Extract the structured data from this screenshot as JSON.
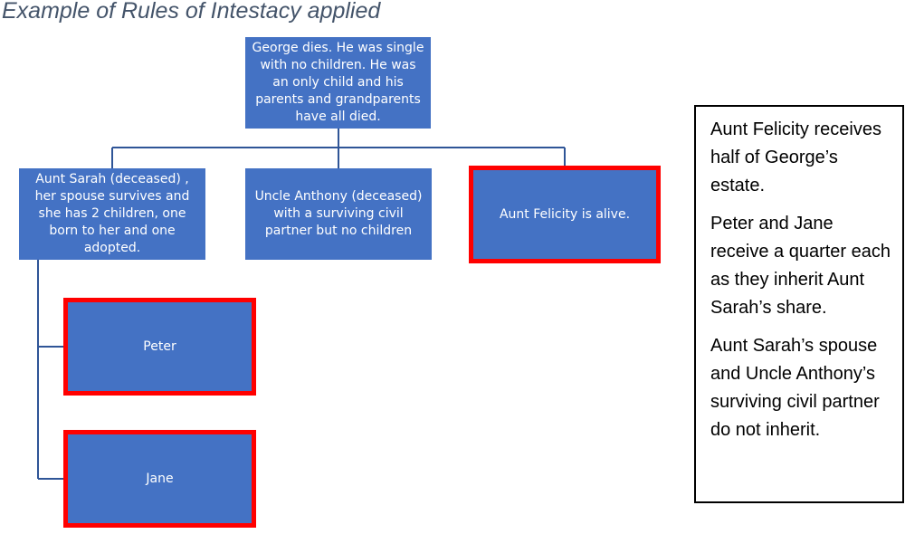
{
  "title": "Example of Rules of Intestacy applied",
  "nodes": {
    "root": "George dies. He was single with no children. He was an only child and his parents and grandparents have all died.",
    "sarah": "Aunt Sarah (deceased) , her spouse survives and she has 2 children, one born to her and one adopted.",
    "anthony": "Uncle Anthony (deceased) with a surviving civil partner but no children",
    "felicity": "Aunt Felicity is alive.",
    "peter": "Peter",
    "jane": "Jane"
  },
  "notes": [
    "Aunt Felicity receives half of George’s estate.",
    "Peter and Jane receive a quarter each as they inherit Aunt Sarah’s share.",
    "Aunt Sarah’s spouse and Uncle Anthony’s surviving civil partner do not inherit."
  ],
  "colors": {
    "node_fill": "#4472c4",
    "highlight_border": "#ff0000",
    "connector": "#2f5597",
    "title": "#44546a"
  }
}
